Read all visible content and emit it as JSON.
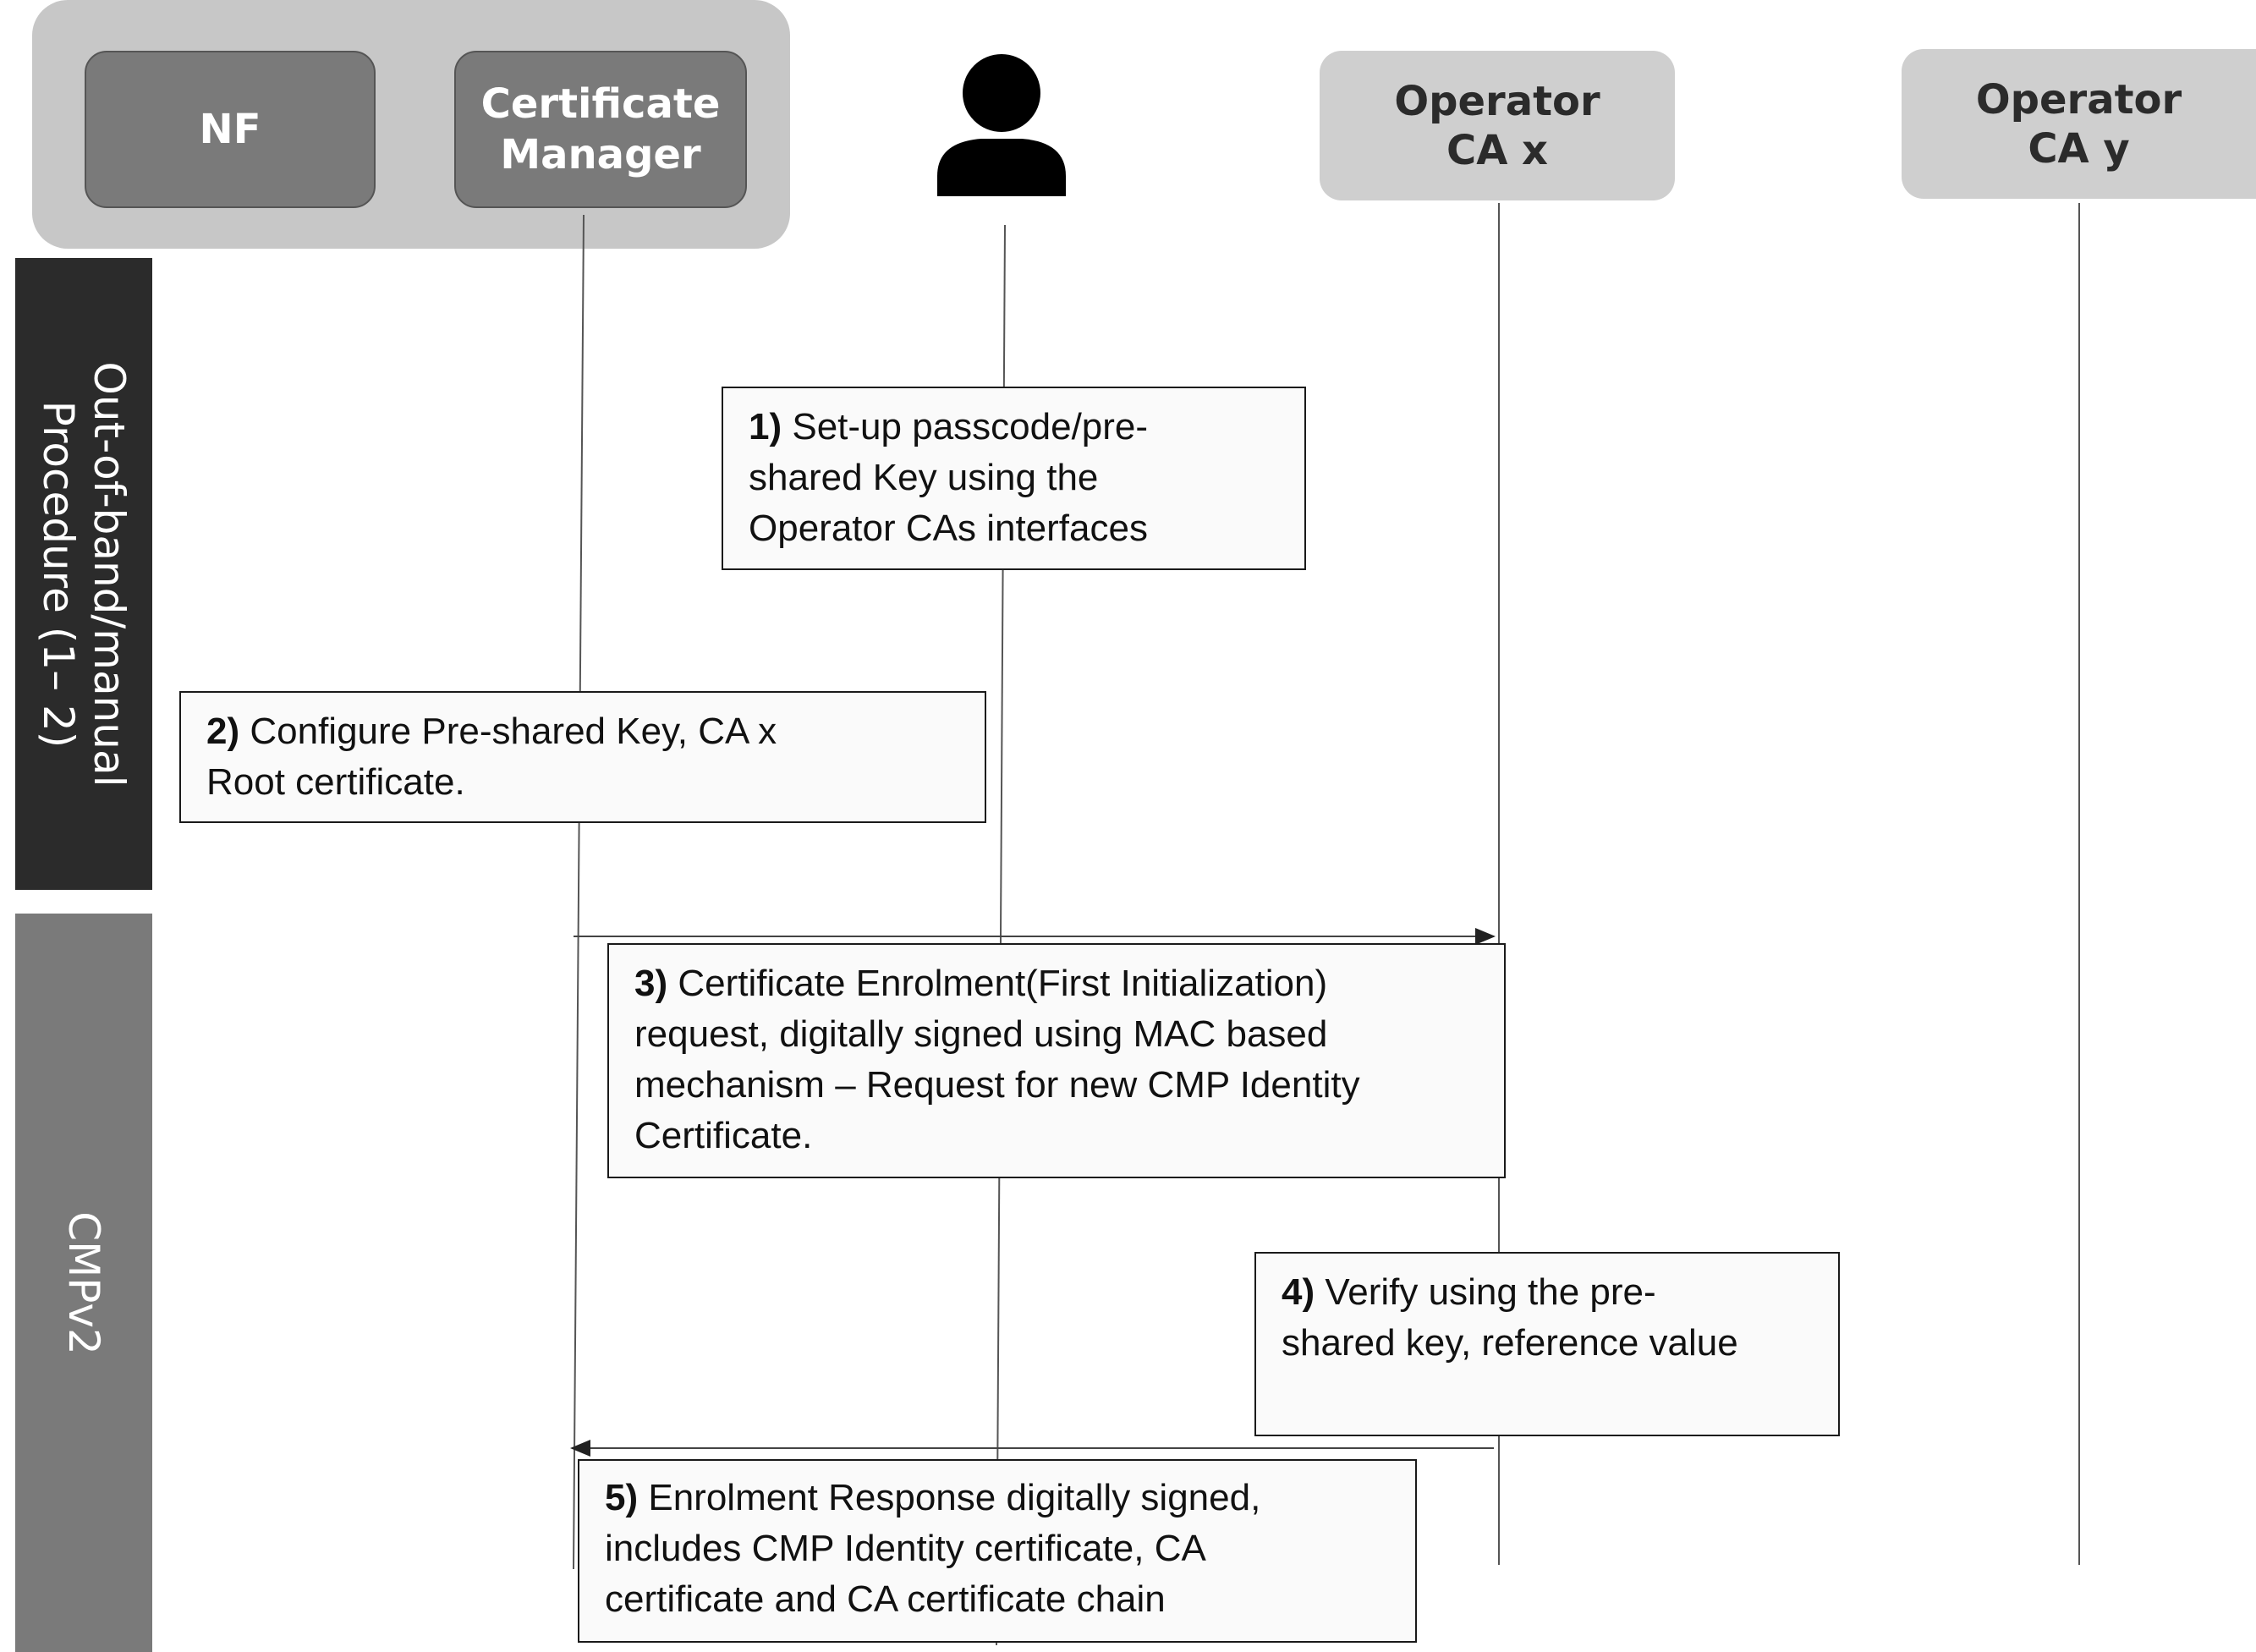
{
  "participants": {
    "nf": "NF",
    "certificate_manager": [
      "Certificate",
      "Manager"
    ],
    "operator_ca_x": [
      "Operator",
      "CA x"
    ],
    "operator_ca_y": [
      "Operator",
      "CA y"
    ]
  },
  "phases": {
    "out_of_band": [
      "Out-of-band/manual",
      "Procedure (1– 2)"
    ],
    "cmpv2": "CMPv2"
  },
  "steps": [
    {
      "num": "1)",
      "text": "Set-up passcode/pre-",
      "lines": [
        "shared Key using the",
        "Operator CAs interfaces"
      ]
    },
    {
      "num": "2)",
      "text": "Configure Pre-shared Key, CA x",
      "lines": [
        "Root certificate."
      ]
    },
    {
      "num": "3)",
      "text": "Certificate Enrolment(First Initialization)",
      "lines": [
        "request, digitally signed using MAC based",
        "mechanism – Request for new CMP Identity",
        "Certificate."
      ]
    },
    {
      "num": "4)",
      "text": "Verify using the pre-",
      "lines": [
        "shared key, reference value"
      ]
    },
    {
      "num": "5)",
      "text": "Enrolment Response digitally signed,",
      "lines": [
        "includes CMP Identity certificate, CA",
        "certificate and CA certificate chain"
      ]
    }
  ],
  "colors": {
    "group_background": "#c7c7c7",
    "actor_dark": "#7a7a7a",
    "actor_light": "#cfcfcf",
    "phase_out_of_band": "#2b2b2b",
    "phase_cmpv2": "#7a7a7a",
    "note_background": "#fafafa"
  },
  "icons": {
    "user": "person-silhouette-icon"
  }
}
